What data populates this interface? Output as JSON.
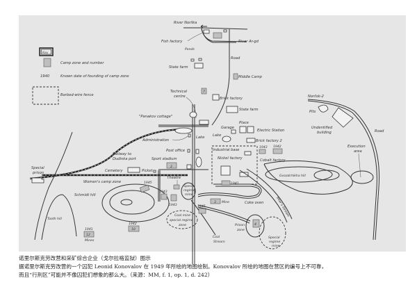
{
  "legend": {
    "key_label": "Key",
    "items": [
      {
        "symbol": "camp-zone-box",
        "label": "Camp zone and number"
      },
      {
        "symbol": "year-text",
        "sample": "1940",
        "label": "Known date of founding of camp zone"
      },
      {
        "symbol": "dashed-box",
        "label": "Barbed-wire fence"
      }
    ]
  },
  "labels": {
    "river_norilka": "River Norilka",
    "river_angd": "River Ar-gd",
    "fish_factory": "Fish factory",
    "ponds": "Ponds",
    "state_farm_1": "State farm",
    "road_north": "Road",
    "middle_camp": "Middle Camp",
    "technical_centre_1": "Technical",
    "technical_centre_2": "centre",
    "brick_factory": "Brick factory",
    "state_farm_2": "State farm",
    "norilsk_2": "Norilsk-2",
    "pits": "Pits",
    "undentified_building_1": "Undentified",
    "undentified_building_2": "building",
    "road_east": "Road",
    "panakov_cottage": "\"Panakov cottage\"",
    "garage": "Garage",
    "place": "Place",
    "lake_1": "Lake",
    "electric_station": "Electric Station",
    "brick_factory_2": "Brick factory 2",
    "administration": "Administration",
    "lake_2": "Lake",
    "industrial_base": "Industrial base",
    "nickel_factory": "Nickel factory",
    "cobalt_factory": "Cobalt factory",
    "execution_area_1": "Execution",
    "execution_area_2": "area",
    "railway_1": "Railway to",
    "railway_2": "Dudinka port",
    "post_office": "Post office",
    "sport_stadium": "Sport stadium",
    "cemetery": "Cemetery",
    "picket": "Picket",
    "gvozdchikha_hill": "Gvozdchikha hill",
    "special_prison_1": "Special",
    "special_prison_2": "prison",
    "womens_camp_zone": "Women's camp zone",
    "theatre": "Theatre",
    "special_regime_mine_1": "Special",
    "special_regime_mine_2": "regime",
    "special_regime_mine_3": "mine",
    "schmidt_hill": "Schmidt hill",
    "coke_oven": "Coke oven",
    "mine_3": "Mine",
    "tooth_hill": "Tooth hill",
    "coal_mine_1": "Coal mine",
    "coal_mine_2": "special regime",
    "coal_mine_3": "zone",
    "bear_stream": "Bear's Stream",
    "prison_zone_1": "Prison",
    "prison_zone_2": "zone",
    "coal_stream_1": "Coal",
    "coal_stream_2": "Stream",
    "special_regime_mine_b1": "Special",
    "special_regime_mine_b2": "regime",
    "special_regime_mine_b3": "mine",
    "mines_bottom": "Mines"
  },
  "camp_zones": [
    {
      "id": "technical",
      "number": "7"
    },
    {
      "id": "mine3",
      "number": "3"
    },
    {
      "id": "cemetery_zone",
      "number": "2"
    },
    {
      "id": "nickel_1941",
      "number": "7"
    },
    {
      "id": "brick_1943",
      "number": "6"
    },
    {
      "id": "brick_1942",
      "number": "5"
    },
    {
      "id": "mines_1941",
      "number": "12"
    },
    {
      "id": "zone_1942",
      "number": "10"
    },
    {
      "id": "prison",
      "number": "4"
    }
  ],
  "years": {
    "legend_sample": "1940",
    "women_zone": "1945",
    "theatre_zone": "1943",
    "mine_zone": "1945",
    "coke_zone": "1941",
    "cobalt_a": "1943",
    "cobalt_b": "1942",
    "bottom_a": "1941",
    "bottom_b": "1942",
    "theatre_left": "1943"
  },
  "caption": {
    "line1": "诺里尔斯克劳改营和采矿综合企业（戈尔拉格监狱）图示",
    "line2": "据诺里尔斯克劳改营的一个囚犯 Leonid Konovalov 在 1949 年所绘的地图绘制。Konovalov 所绘的地图在营区的编号上不可靠，",
    "line3": "而且“行刑区”可能并不像囚犯们想象的那么大。（来源：MM, f. 1, op. 1, d. 242）"
  }
}
